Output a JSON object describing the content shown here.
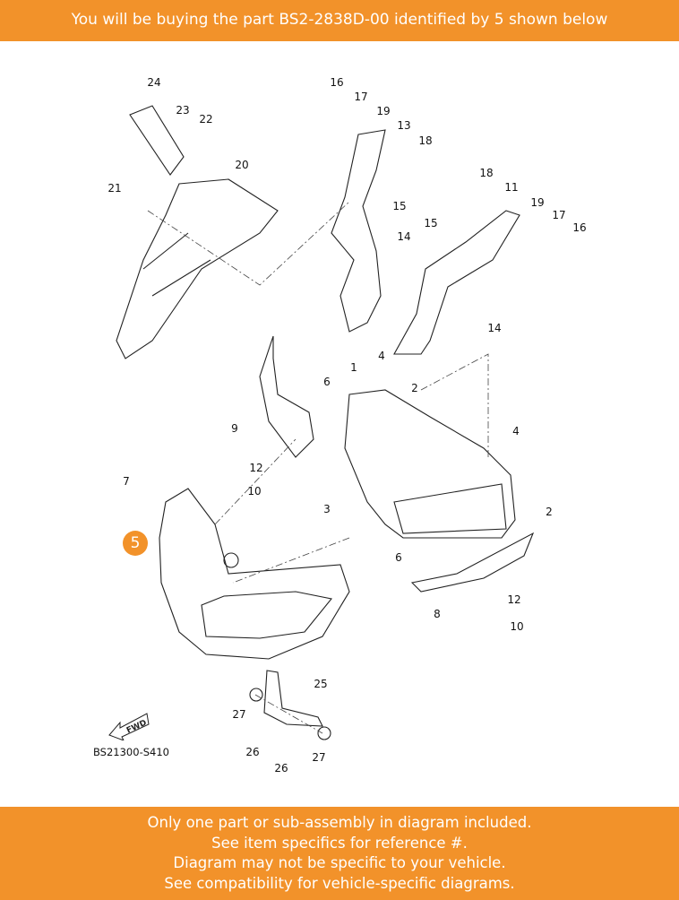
{
  "header": {
    "text": "You will be buying the part BS2-2838D-00 identified by 5 shown below"
  },
  "diagram": {
    "highlighted_ref": "5",
    "diagram_code": "BS21300-S410",
    "fwd_label": "FWD",
    "callouts": [
      "24",
      "23",
      "22",
      "20",
      "21",
      "16",
      "17",
      "19",
      "13",
      "18",
      "15",
      "14",
      "15",
      "18",
      "11",
      "19",
      "17",
      "16",
      "14",
      "4",
      "1",
      "6",
      "2",
      "9",
      "12",
      "10",
      "7",
      "3",
      "4",
      "2",
      "6",
      "12",
      "8",
      "10",
      "25",
      "27",
      "26",
      "26",
      "27"
    ]
  },
  "footer": {
    "lines": [
      "Only one part or sub-assembly in diagram included.",
      "See item specifics for reference #.",
      "Diagram may not be specific to your vehicle.",
      "See compatibility for vehicle-specific diagrams."
    ]
  },
  "colors": {
    "accent": "#f2922a"
  }
}
